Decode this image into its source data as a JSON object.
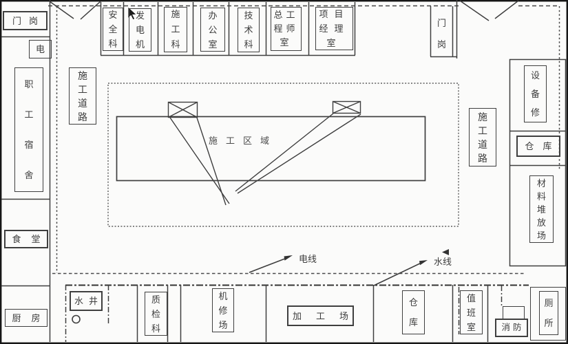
{
  "colors": {
    "line": "#3e3e3e",
    "background": "#fbfbfa",
    "text": "#3d3d3d"
  },
  "gates": {
    "left": "门岗",
    "right": "门岗"
  },
  "left_column": {
    "power": "电",
    "dormitory": "职工宿舍",
    "canteen": "食堂",
    "kitchen": "厨房"
  },
  "top_row": [
    "安全科",
    "发电机",
    "施工科",
    "办公室",
    "技术科",
    "总工程师室",
    "项目经理室"
  ],
  "roads": {
    "left": "施工道路",
    "right": "施工道路"
  },
  "center": {
    "construction_area": "施工区域"
  },
  "right_column": {
    "equipment_repair": "设备修",
    "warehouse": "仓库",
    "material_yard": "材料堆放场"
  },
  "bottom_row": {
    "well": "水井",
    "quality_inspection": "质检科",
    "machine_repair": "机修场",
    "processing_yard": "加工场",
    "warehouse": "仓库",
    "duty_room": "值班室",
    "fire": "消防",
    "toilet": "厕所"
  },
  "utilities": {
    "power_line": "电线",
    "water_line": "水线"
  },
  "icons": {
    "cursor": "mouse-pointer-arrow",
    "water_marker": "left-triangle-marker",
    "well": "circle-well-marker",
    "crane": "crossed-box-crane"
  }
}
